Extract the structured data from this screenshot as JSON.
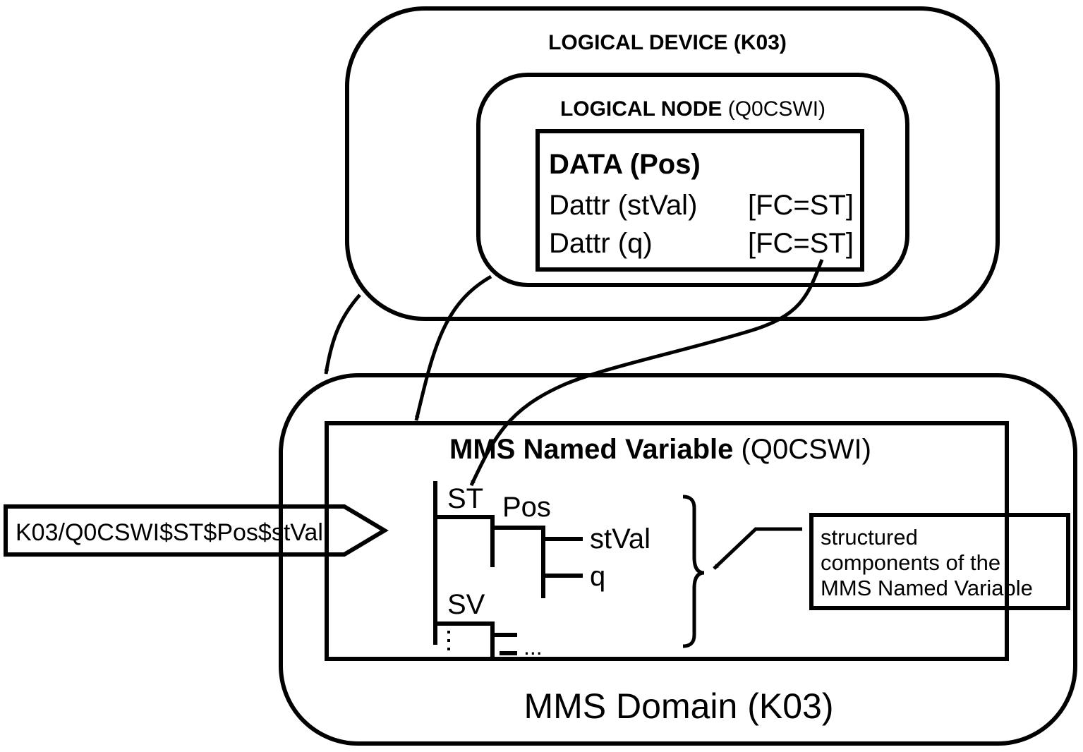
{
  "logical_device": {
    "label_bold": "LOGICAL DEVICE (K03)"
  },
  "logical_node": {
    "label_bold": "LOGICAL NODE",
    "label_normal": " (Q0CSWI)"
  },
  "data_box": {
    "title": "DATA (Pos)",
    "rows": [
      {
        "name": "Dattr (stVal)",
        "fc": "[FC=ST]"
      },
      {
        "name": "Dattr (q)",
        "fc": "[FC=ST]"
      }
    ]
  },
  "named_variable": {
    "label_bold": "MMS Named Variable",
    "label_normal": " (Q0CSWI)",
    "tree": {
      "level1": [
        "ST",
        "SV"
      ],
      "level2": [
        "Pos"
      ],
      "level3": [
        "stVal",
        "q"
      ],
      "ellipsis": "..."
    }
  },
  "mms_domain": {
    "label": "MMS Domain (K03)"
  },
  "reference_tag": {
    "text": "K03/Q0CSWI$ST$Pos$stVal"
  },
  "callout": {
    "lines": [
      "structured",
      "components of the",
      "MMS Named Variable"
    ]
  }
}
